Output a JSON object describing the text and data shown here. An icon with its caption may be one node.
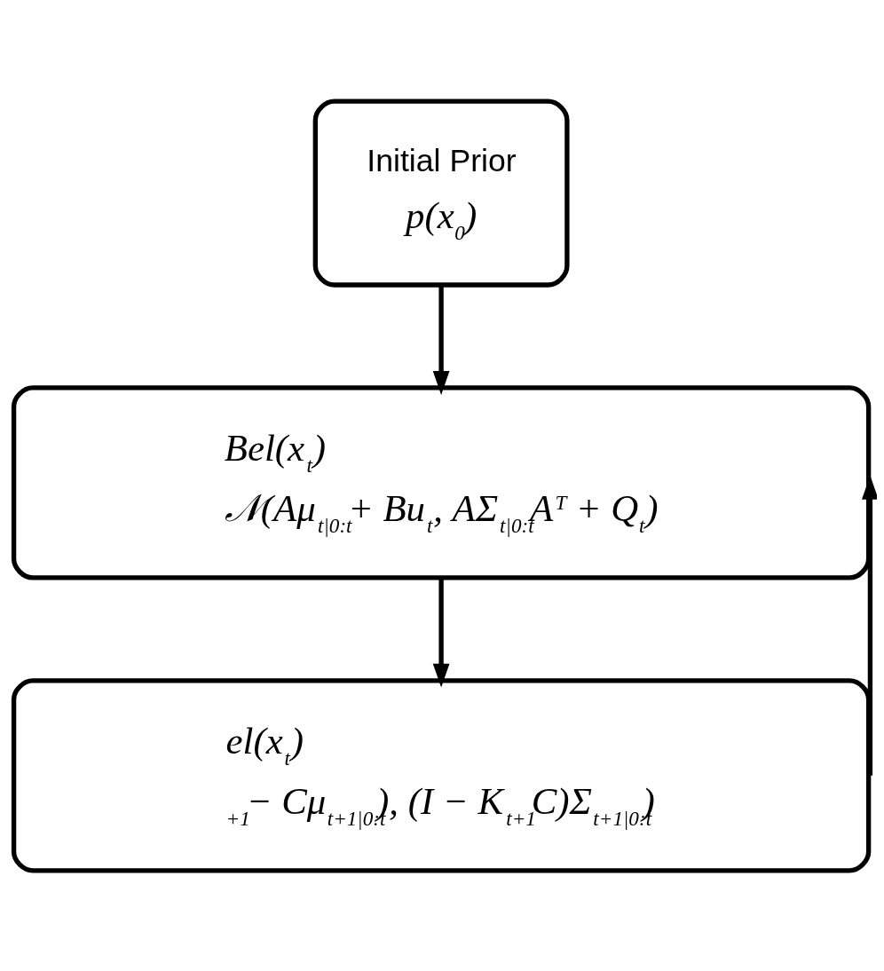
{
  "diagram": {
    "nodes": [
      {
        "text": [
          "Initial Prior",
          "p(x$_{0}$)"
        ]
      },
      {
        "text": [
          "Bel(x$_{t}$)",
          "𝒩(Aμ$_{t|0:t}$+ Bu$_{t}$, AΣ$_{t|0:t}$A$^{T}$ + Q$_{t}$)"
        ]
      },
      {
        "text": [
          "el(x$_{t}$)",
          "$_{+1}$− Cμ$_{t+1|0:t}$), (I − K$_{t+1}$C)Σ$_{t+1|0:t}$)"
        ]
      }
    ],
    "edges": [
      {
        "from": 0,
        "to": 1,
        "arrow": "to"
      },
      {
        "from": 1,
        "to": 2,
        "arrow": "to"
      },
      {
        "from": 2,
        "to": 1,
        "arrow": "to"
      }
    ]
  }
}
